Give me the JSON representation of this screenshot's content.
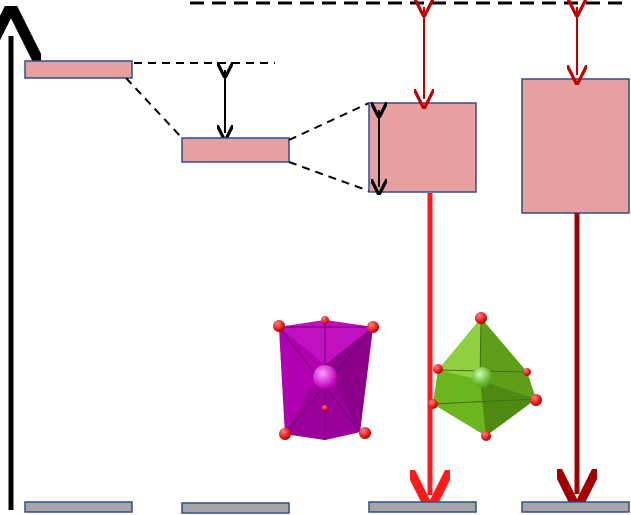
{
  "diagram": {
    "description_visible_text": [],
    "colors": {
      "level_fill": "#E6A0A0",
      "level_stroke": "#2F4F8F",
      "ground_fill": "#A6A6A6",
      "axis": "#000000",
      "emission_bright": "#FF1A1A",
      "emission_dark": "#A00000",
      "small_arrow": "#C00000",
      "dashed": "#000000",
      "polyhedron_magenta": "#B000B0",
      "polyhedron_green": "#6DB51E",
      "atom_red": "#FF0000"
    },
    "icons": [
      "energy-axis-arrow",
      "cubic-polyhedron",
      "octahedral-polyhedron"
    ]
  }
}
